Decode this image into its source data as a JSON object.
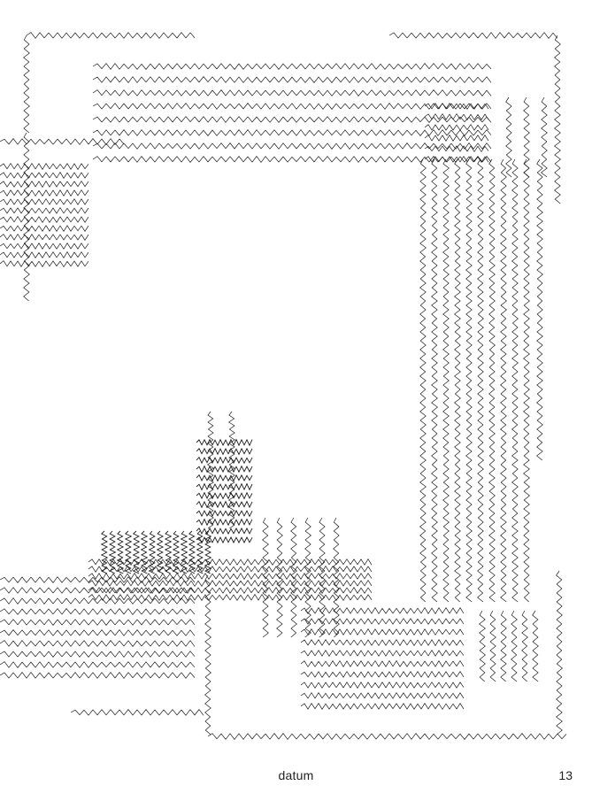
{
  "page": {
    "footer_title": "datum",
    "page_number": "13"
  },
  "artwork": {
    "description_icon": "zigzag-line-pattern",
    "ink_color": "#1a1a1a"
  }
}
